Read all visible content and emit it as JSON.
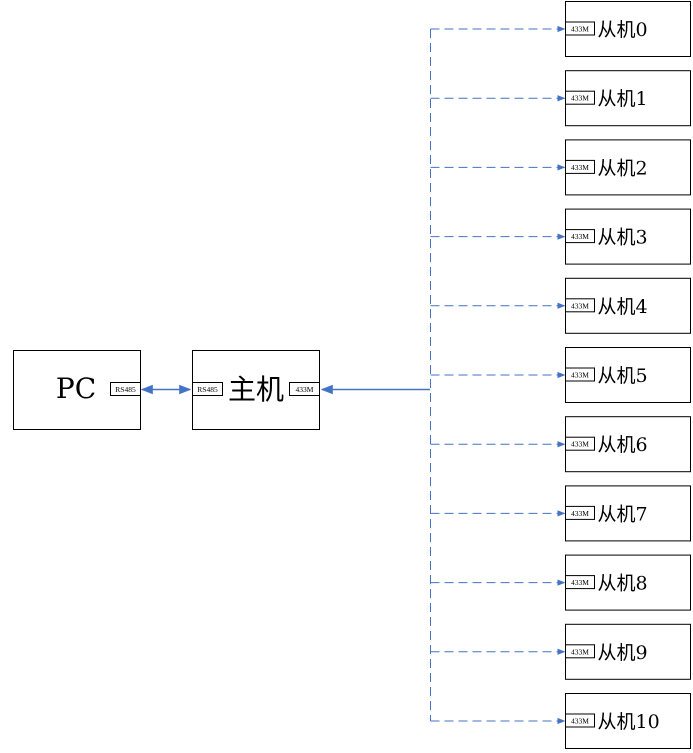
{
  "pc": {
    "label": "PC",
    "port": "RS485"
  },
  "host": {
    "label": "主机",
    "port_left": "RS485",
    "port_right": "433M"
  },
  "slave_port": "433M",
  "slaves": [
    {
      "label": "从机0"
    },
    {
      "label": "从机1"
    },
    {
      "label": "从机2"
    },
    {
      "label": "从机3"
    },
    {
      "label": "从机4"
    },
    {
      "label": "从机5"
    },
    {
      "label": "从机6"
    },
    {
      "label": "从机7"
    },
    {
      "label": "从机8"
    },
    {
      "label": "从机9"
    },
    {
      "label": "从机10"
    }
  ],
  "colors": {
    "connector": "#4472c4",
    "box_border": "#000000"
  }
}
